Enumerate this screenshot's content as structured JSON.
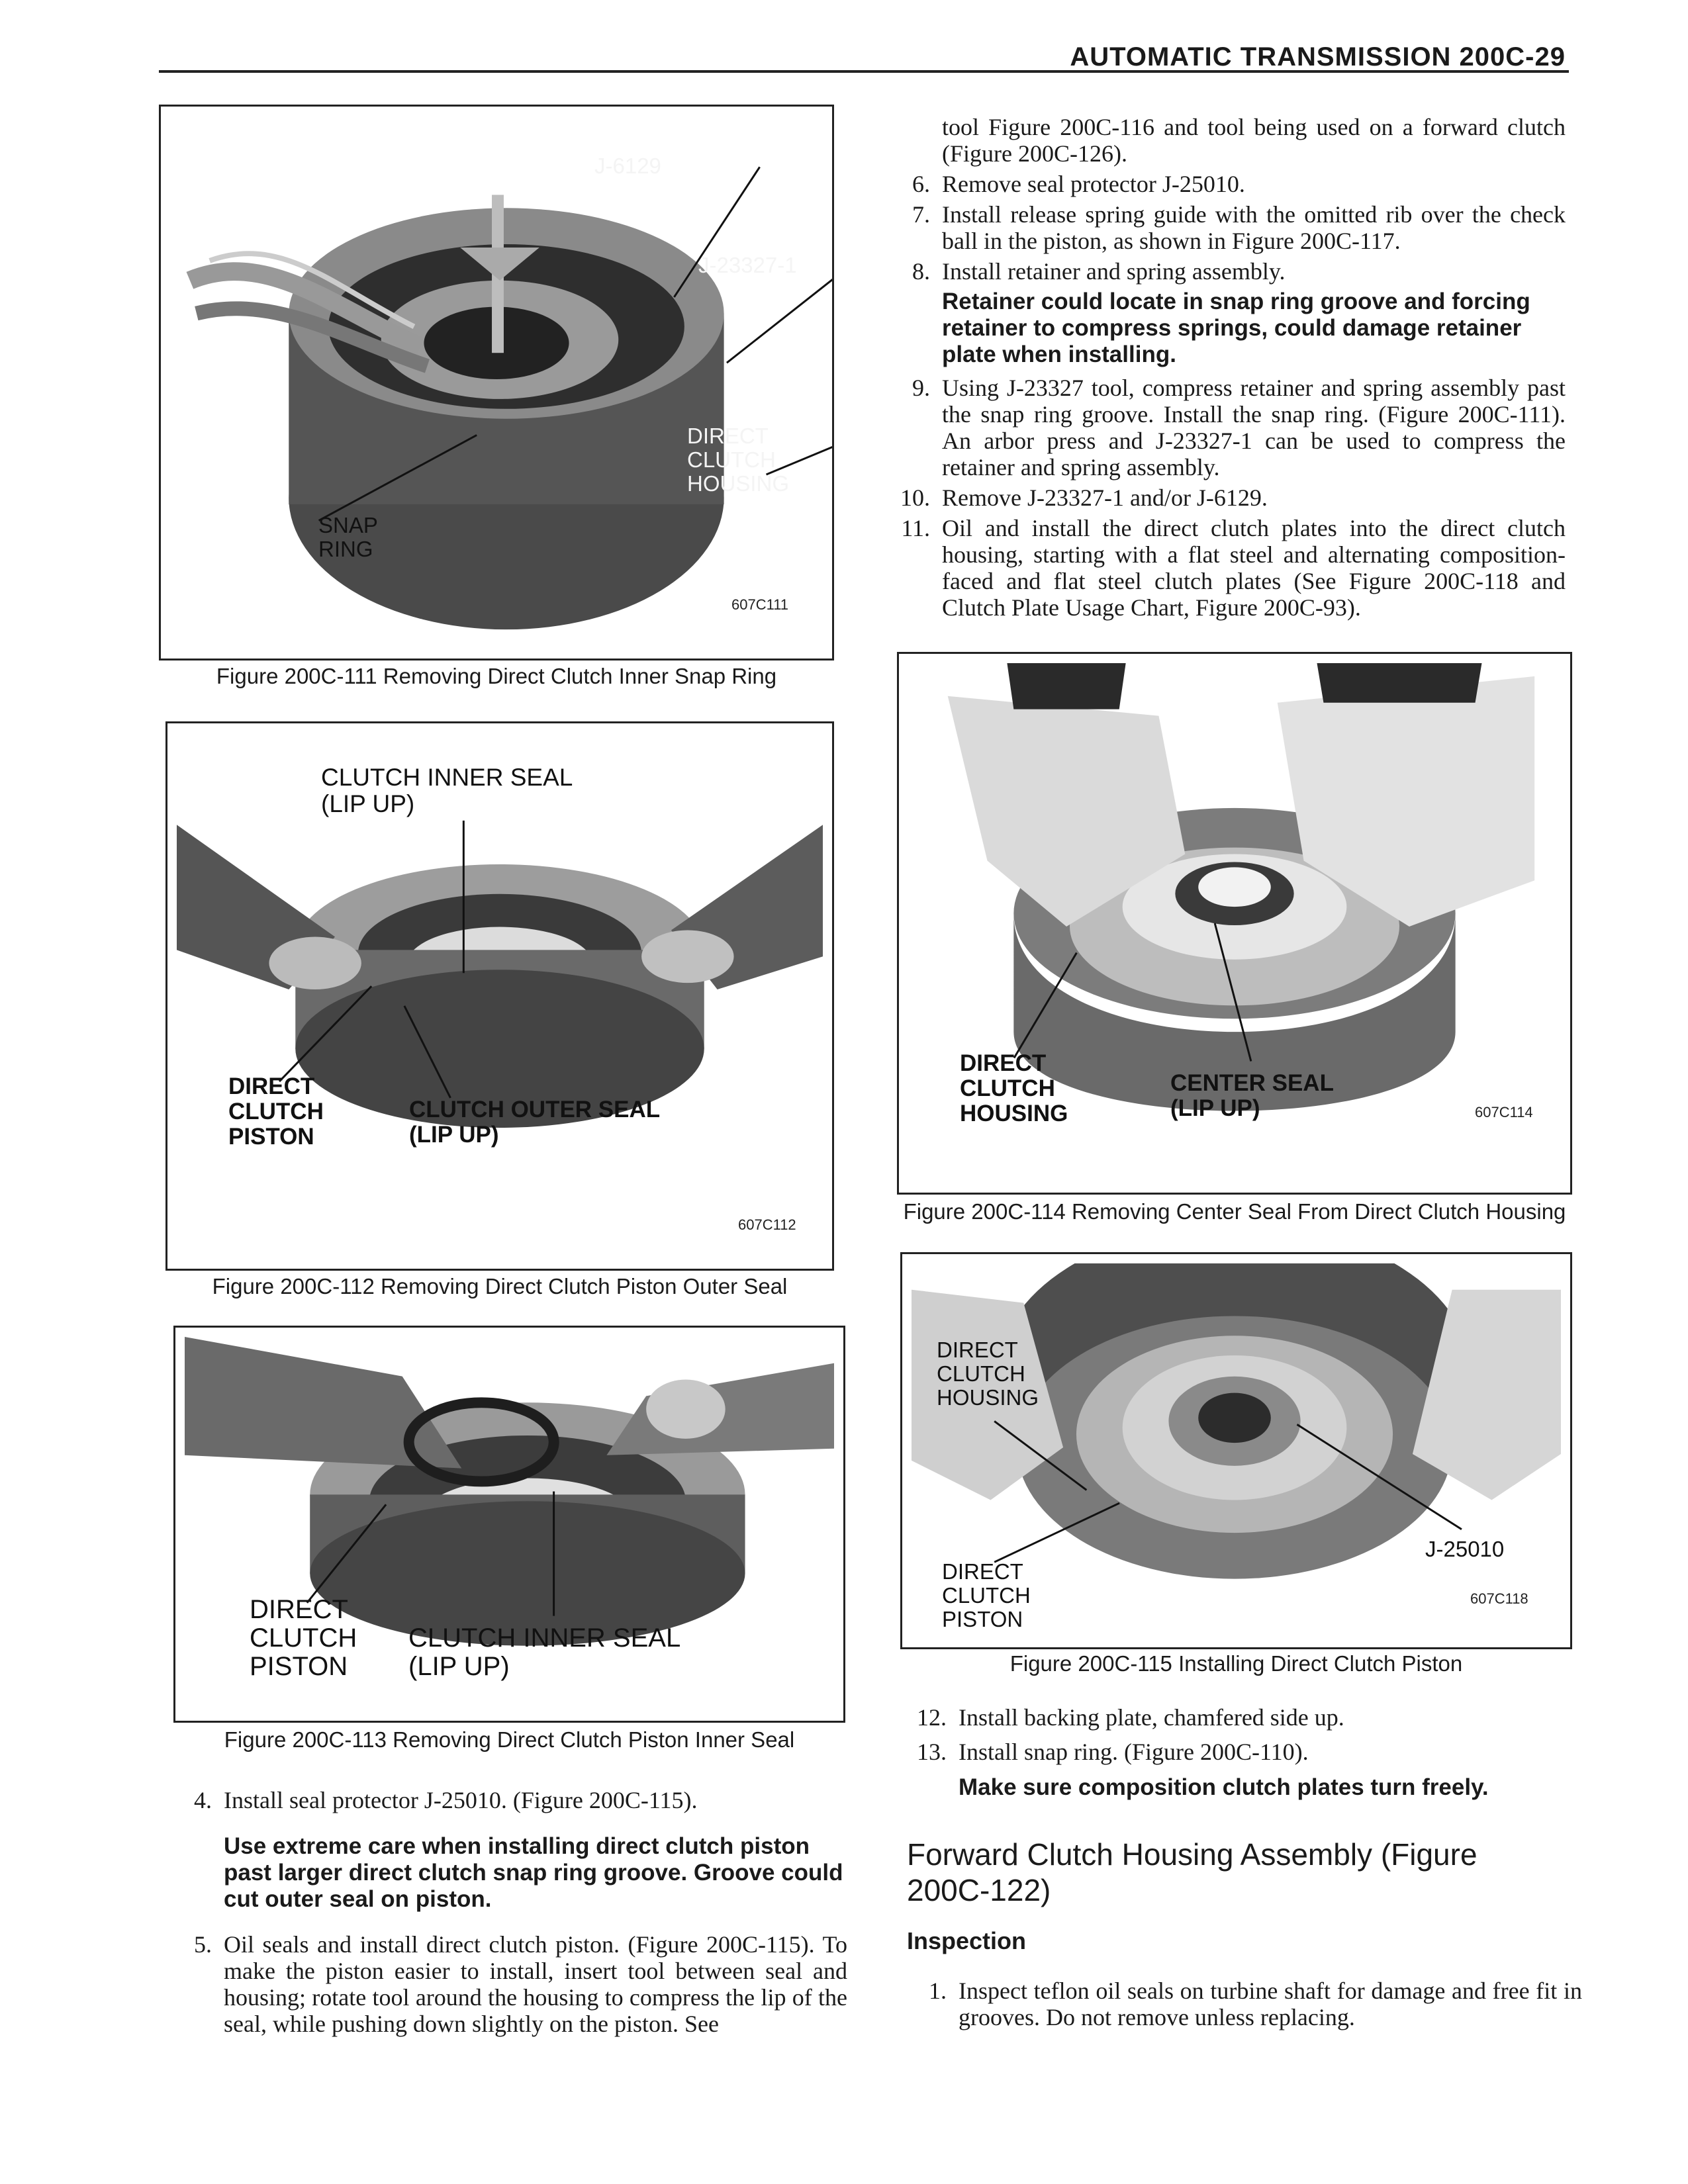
{
  "header": {
    "title": "AUTOMATIC TRANSMISSION 200C-29"
  },
  "figures": {
    "f111": {
      "labels": {
        "tool1": "J-6129",
        "tool2": "J-23327-1",
        "housing": "DIRECT\nCLUTCH\nHOUSING",
        "ring": "SNAP\nRING"
      },
      "code": "607C111",
      "caption": "Figure 200C-111 Removing Direct Clutch Inner Snap Ring"
    },
    "f112": {
      "labels": {
        "inner": "CLUTCH INNER SEAL\n(LIP UP)",
        "piston": "DIRECT\nCLUTCH\nPISTON",
        "outer": "CLUTCH OUTER SEAL\n(LIP UP)"
      },
      "code": "607C112",
      "caption": "Figure 200C-112 Removing Direct Clutch Piston Outer Seal"
    },
    "f113": {
      "labels": {
        "piston": "DIRECT\nCLUTCH\nPISTON",
        "inner": "CLUTCH INNER SEAL\n(LIP UP)"
      },
      "caption": "Figure 200C-113 Removing Direct Clutch Piston Inner Seal"
    },
    "f114": {
      "labels": {
        "housing": "DIRECT\nCLUTCH\nHOUSING",
        "center": "CENTER SEAL\n(LIP UP)"
      },
      "code": "607C114",
      "caption": "Figure 200C-114 Removing Center Seal From Direct Clutch Housing"
    },
    "f115": {
      "labels": {
        "housing": "DIRECT\nCLUTCH\nHOUSING",
        "tool": "J-25010",
        "piston": "DIRECT\nCLUTCH\nPISTON"
      },
      "code": "607C118",
      "caption": "Figure 200C-115 Installing Direct Clutch Piston"
    }
  },
  "left_text": {
    "step4": {
      "num": "4.",
      "text": "Install seal protector J-25010. (Figure 200C-115)."
    },
    "warn4": "Use extreme care when installing direct clutch piston past larger direct clutch snap ring groove. Groove could cut outer seal on piston.",
    "step5": {
      "num": "5.",
      "text": "Oil seals and install direct clutch piston. (Figure 200C-115). To make the piston easier to install, insert tool between seal and housing; rotate tool around the housing to compress the lip of the seal, while pushing down slightly on the piston. See"
    }
  },
  "right_text": {
    "cont": "tool Figure 200C-116 and tool being used on a forward clutch (Figure 200C-126).",
    "step6": {
      "num": "6.",
      "text": "Remove seal protector J-25010."
    },
    "step7": {
      "num": "7.",
      "text": "Install release spring guide with the omitted rib over the check ball in the piston, as shown in Figure 200C-117."
    },
    "step8": {
      "num": "8.",
      "text": "Install retainer and spring assembly."
    },
    "warn8": "Retainer could locate in snap ring groove and forcing retainer to compress springs, could damage retainer plate when installing.",
    "step9": {
      "num": "9.",
      "text": "Using J-23327 tool, compress retainer and spring assembly past the snap ring groove. Install the snap ring. (Figure 200C-111). An arbor press and J-23327-1 can be used to compress the retainer and spring assembly."
    },
    "step10": {
      "num": "10.",
      "text": "Remove J-23327-1 and/or J-6129."
    },
    "step11": {
      "num": "11.",
      "text": "Oil and install the direct clutch plates into the direct clutch housing, starting with a flat steel and alternating composition-faced and flat steel clutch plates (See Figure 200C-118 and Clutch Plate Usage Chart, Figure 200C-93)."
    },
    "step12": {
      "num": "12.",
      "text": "Install backing plate, chamfered side up."
    },
    "step13": {
      "num": "13.",
      "text": "Install snap ring. (Figure 200C-110)."
    },
    "warn13": "Make sure composition clutch plates turn freely.",
    "section_heading": "Forward Clutch Housing Assembly (Figure 200C-122)",
    "subheading": "Inspection",
    "step1": {
      "num": "1.",
      "text": "Inspect teflon oil seals on turbine shaft for damage and free fit in grooves. Do not remove unless replacing."
    }
  }
}
